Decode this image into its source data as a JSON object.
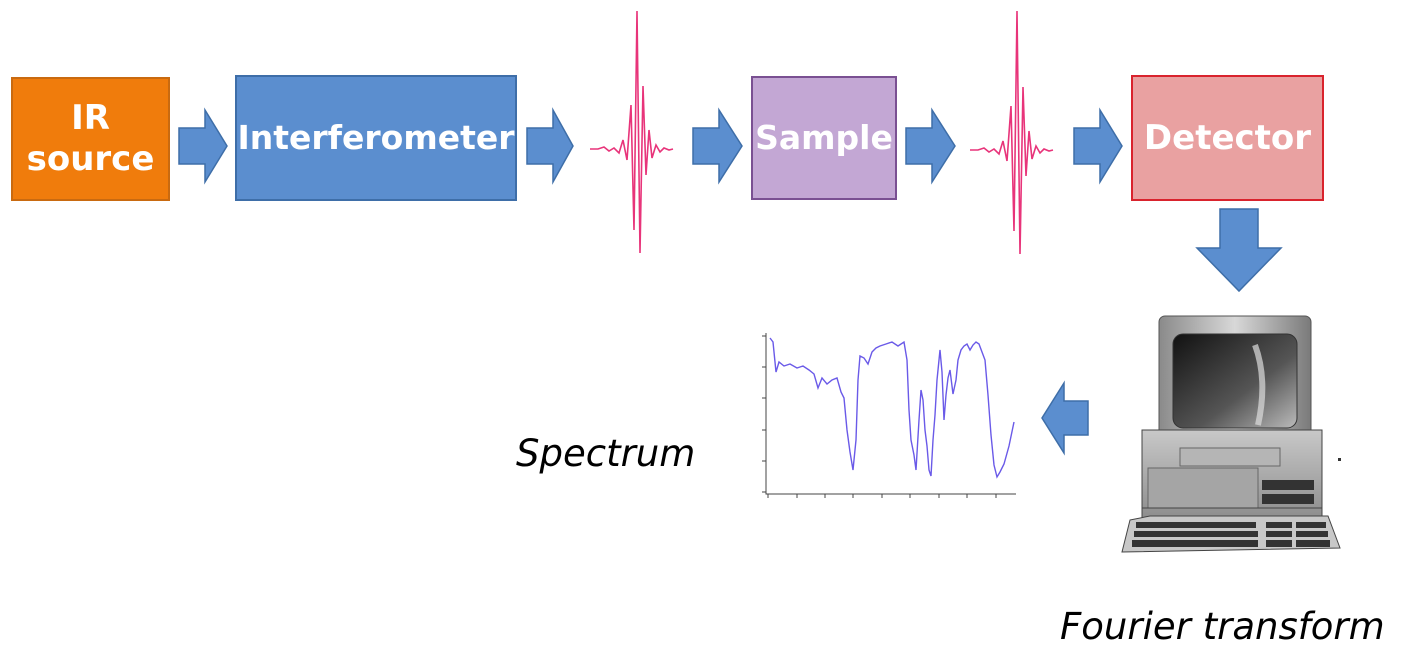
{
  "blocks": {
    "ir_source": {
      "line1": "IR",
      "line2": "source",
      "color": "#f07c0c"
    },
    "interferometer": {
      "label": "Interferometer",
      "color": "#5b8ecf"
    },
    "sample": {
      "label": "Sample",
      "color": "#c3a7d4"
    },
    "detector": {
      "label": "Detector",
      "color": "#e9a1a1"
    }
  },
  "captions": {
    "spectrum": "Spectrum",
    "fourier": "Fourier transform"
  },
  "colors": {
    "arrow": "#5b8ecf",
    "interferogram": "#e8347a",
    "spectrum_line": "#6a5ae8"
  },
  "icons": [
    "arrow-right-icon",
    "arrow-down-icon",
    "arrow-left-icon",
    "interferogram-icon",
    "spectrum-plot-icon",
    "computer-icon"
  ]
}
